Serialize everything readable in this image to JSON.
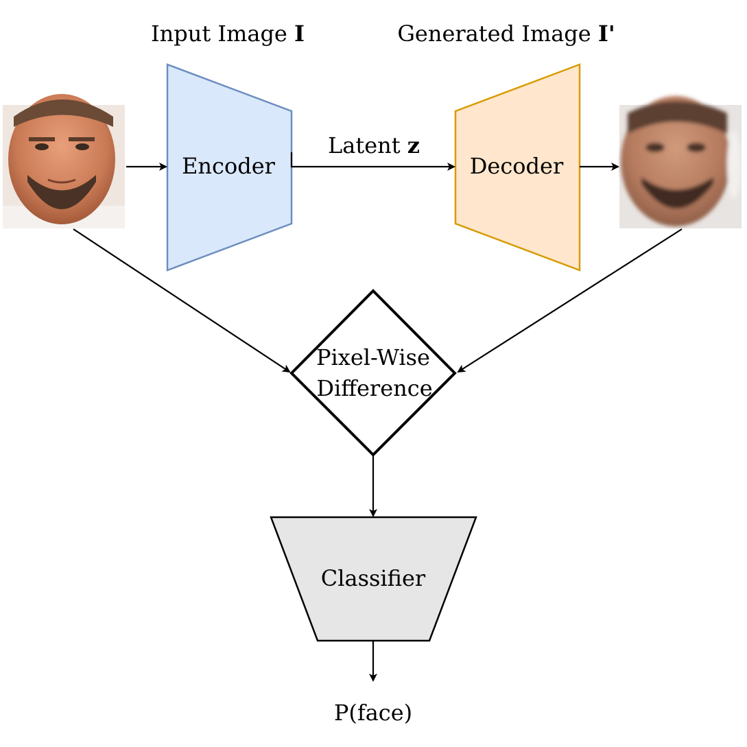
{
  "diagram": {
    "input_title": {
      "prefix": "Input Image ",
      "symbol": "I"
    },
    "generated_title": {
      "prefix": "Generated Image ",
      "symbol": "I'"
    },
    "encoder_label": "Encoder",
    "decoder_label": "Decoder",
    "latent_label": {
      "prefix": "Latent ",
      "symbol": "z"
    },
    "difference_label": {
      "line1": "Pixel-Wise",
      "line2": "Difference"
    },
    "classifier_label": "Classifier",
    "output_label": "P(face)"
  },
  "colors": {
    "encoder_fill": "#dae8fc",
    "encoder_stroke": "#6c8ebf",
    "decoder_fill": "#ffe6cc",
    "decoder_stroke": "#d79b00",
    "classifier_fill": "#e6e6e6",
    "classifier_stroke": "#000000",
    "line": "#000000"
  },
  "icons": {
    "input_image": "face-photo-icon",
    "generated_image": "blurred-face-photo-icon"
  }
}
